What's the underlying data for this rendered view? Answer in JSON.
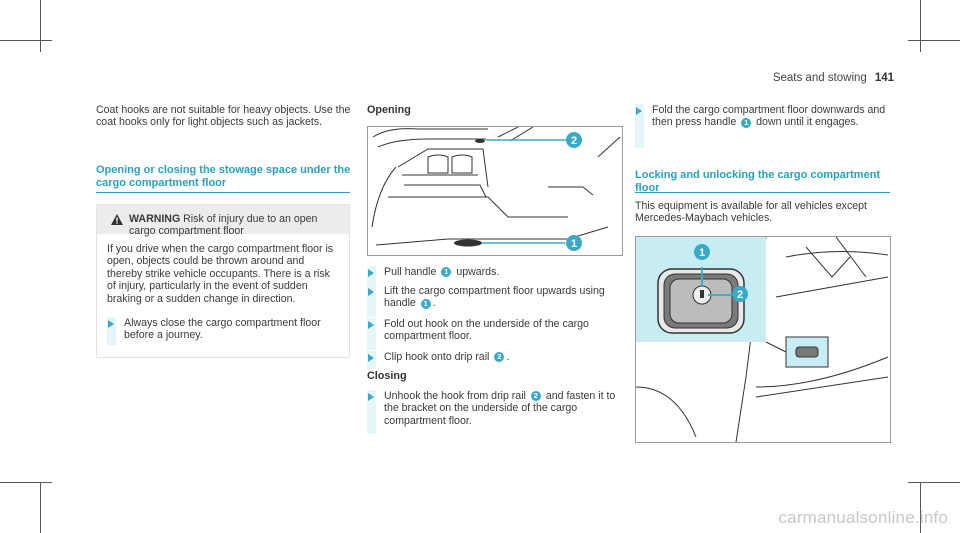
{
  "header": {
    "section": "Seats and stowing",
    "page": "141"
  },
  "col1": {
    "intro": "Coat hooks are not suitable for heavy objects. Use the coat hooks only for light objects such as jackets.",
    "heading": "Opening or closing the stowage space under the cargo compartment floor",
    "warning": {
      "label": "WARNING",
      "lead": "Risk of injury due to an open cargo compartment floor",
      "body": "If you drive when the cargo compartment floor is open, objects could be thrown around and thereby strike vehicle occupants. There is a risk of injury, particularly in the event of sudden braking or a sudden change in direction.",
      "action": "Always close the cargo compartment floor before a journey."
    }
  },
  "col2": {
    "heading": "Opening",
    "fig_callouts": [
      "2",
      "1"
    ],
    "steps": [
      {
        "before": "Pull handle",
        "badge": "1",
        "after": "upwards."
      },
      {
        "before": "Lift the cargo compartment floor upwards using handle",
        "badge": "1",
        "after": "."
      },
      {
        "before": "Fold out hook on the underside of the cargo compartment floor.",
        "badge": "",
        "after": ""
      },
      {
        "before": "Clip hook onto drip rail",
        "badge": "2",
        "after": "."
      }
    ],
    "closing_heading": "Closing",
    "closing_step": {
      "before": "Unhook the hook from drip rail",
      "badge": "2",
      "after": "and fasten it to the bracket on the underside of the cargo compartment floor."
    }
  },
  "col3": {
    "step": {
      "before": "Fold the cargo compartment floor downwards and then press handle",
      "badge": "1",
      "after": "down until it engages."
    },
    "heading": "Locking and unlocking the cargo compartment floor",
    "intro": "This equipment is available for all vehicles except Mercedes-Maybach vehicles.",
    "fig_callouts": [
      "1",
      "2"
    ]
  },
  "watermark": "carmanualsonline.info"
}
